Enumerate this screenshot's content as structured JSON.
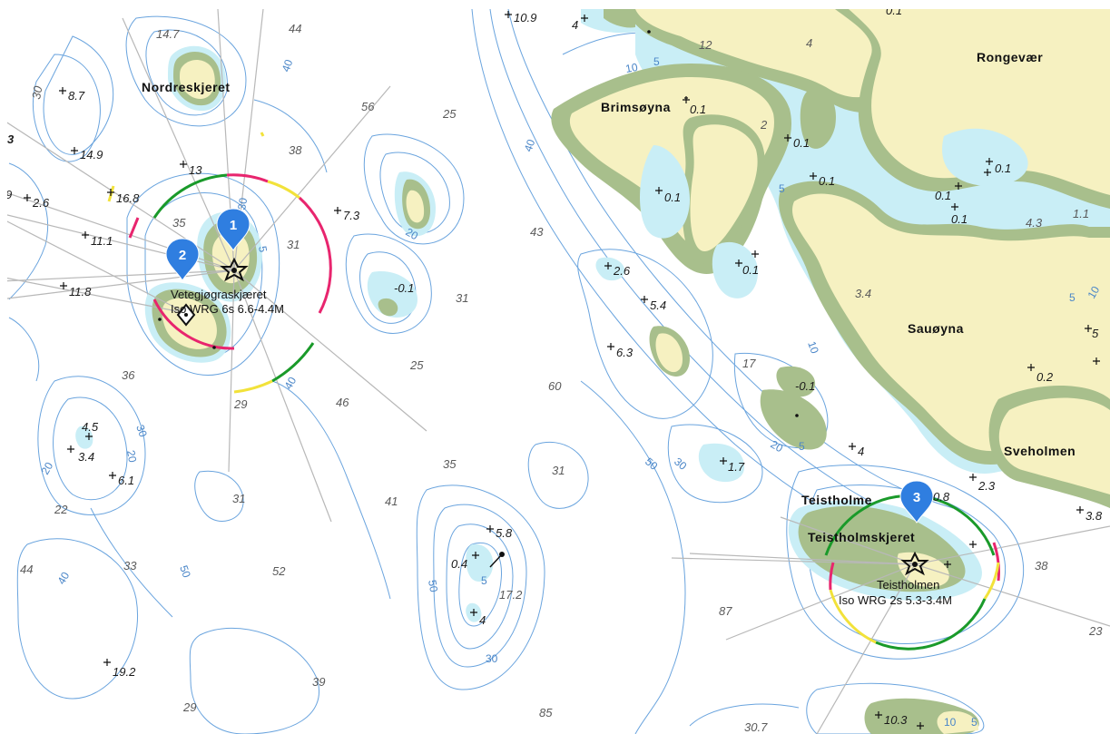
{
  "colors": {
    "land": "#f6f1c1",
    "drying": "#a8bf8c",
    "shallow": "#c9eef6",
    "contour": "#6aa4de",
    "sector_red": "#e8256e",
    "sector_green": "#1a9a2a",
    "sector_yellow": "#f2e23a",
    "marker": "#2f7ee0"
  },
  "place_names": {
    "nordreskjeret": "Nordreskjeret",
    "brimsoyna": "Brimsøyna",
    "rongevaer": "Rongevær",
    "sauoyna": "Sauøyna",
    "sveholmen": "Sveholmen",
    "teistholmen_partial": "Teistholme",
    "teistholmskjeret": "Teistholmskjeret"
  },
  "lights": {
    "light1_name": "Vetegjøgraskjæret",
    "light1_char": "Iso WRG 6s 6.6-4.4M",
    "light2_name": "Teistholmen",
    "light2_char": "Iso WRG 2s 5.3-3.4M"
  },
  "markers": [
    {
      "label": "1",
      "icon": "map-marker-icon"
    },
    {
      "label": "2",
      "icon": "map-marker-icon"
    },
    {
      "label": "3",
      "icon": "map-marker-icon"
    }
  ],
  "depths": {
    "d1": "14.7",
    "d2": "44",
    "d3": "30",
    "d4": "8.7",
    "d5": "56",
    "d6": "25",
    "d7": "38",
    "d8": "3",
    "d9": "14.9",
    "d10": "13",
    "d11": "16.8",
    "d12": "9",
    "d13": "2.6",
    "d14": "35",
    "d15": "31",
    "d16": "7.3",
    "d17": "11.1",
    "d18": "11.8",
    "d19": "-0.1",
    "d20": "31",
    "d21": "43",
    "d22": "25",
    "d23": "36",
    "d24": "29",
    "d25": "46",
    "d26": "60",
    "d27": "4.5",
    "d28": "3.4",
    "d29": "6.1",
    "d30": "22",
    "d31": "31",
    "d32": "35",
    "d33": "41",
    "d34": "31",
    "d35": "33",
    "d36": "52",
    "d37": "44",
    "d38": "5.8",
    "d39": "0.4",
    "d40": "17.2",
    "d41": "4",
    "d42": "19.2",
    "d43": "39",
    "d44": "29",
    "d45": "85",
    "d46": "10.9",
    "d47": "4",
    "d48": "12",
    "d49": "4",
    "d50": "0.1",
    "d51": "0.1",
    "d52": "2",
    "d53": "0.1",
    "d54": "0.1",
    "d55": "0.1",
    "d56": "0.1",
    "d57": "0.1",
    "d58": "4.3",
    "d59": "1.1",
    "d60": "2.6",
    "d61": "0.1",
    "d62": "5.4",
    "d63": "6.3",
    "d64": "3.4",
    "d65": "17",
    "d66": "-0.1",
    "d67": "5",
    "d68": "0.2",
    "d69": "4",
    "d70": "1.7",
    "d71": "2.3",
    "d72": "0.8",
    "d73": "3.8",
    "d74": "38",
    "d75": "87",
    "d76": "23",
    "d77": "10.3",
    "d78": "30.7",
    "d79": "0.1"
  },
  "contour_labels": {
    "c1": "40",
    "c2": "30",
    "c3": "20",
    "c4": "5",
    "c5": "20",
    "c6": "40",
    "c7": "10",
    "c8": "5",
    "c9": "40",
    "c10": "5",
    "c11": "10",
    "c12": "20",
    "c13": "5",
    "c14": "50",
    "c15": "30",
    "c16": "50",
    "c17": "40",
    "c18": "30",
    "c19": "5",
    "c20": "20",
    "c21": "30",
    "c22": "10",
    "c23": "5",
    "c24": "50",
    "c25": "10",
    "c26": "5"
  }
}
